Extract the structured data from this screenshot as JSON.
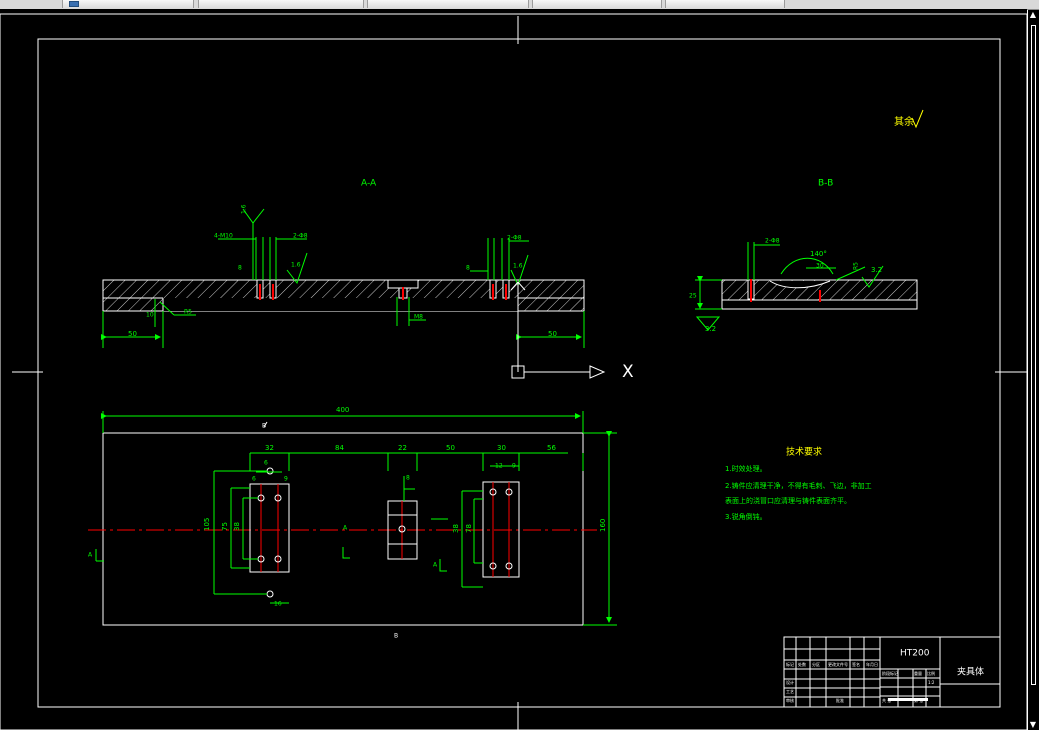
{
  "browser": {
    "tabs": [
      {
        "label": "",
        "icon": "document-icon"
      },
      {
        "label": ""
      },
      {
        "label": ""
      },
      {
        "label": ""
      },
      {
        "label": ""
      }
    ]
  },
  "drawing": {
    "sheet_color": "#000000",
    "line_color": "#ffffff",
    "dimension_color": "#00ff00",
    "center_color": "#ff0000",
    "section_aa": "A-A",
    "section_bb": "B-B",
    "top_note": "其余",
    "top_roughness": "",
    "aa_roughness_left": "1.6",
    "aa_roughness_top": "1.6",
    "aa_roughness_right": "1.6",
    "aa_callout_left": "4-M10",
    "aa_callout_left_2": "2-Φ8",
    "aa_callout_right": "2-Φ8",
    "aa_dim_left": "50",
    "aa_dim_right": "50",
    "aa_depth": "10",
    "aa_r5": "R5",
    "aa_m8": "M8",
    "aa_small_8": "8",
    "bb_dim_left": "25",
    "bb_callout": "2-Φ8",
    "bb_angle": "140°",
    "bb_width": "30",
    "bb_r5": "R5",
    "bb_roughness": "3.2",
    "bb_roughness_bottom": "3.2",
    "axis_x": "X",
    "plan_top_dim": "400",
    "plan_b_top": "B",
    "plan_b_bottom": "B",
    "plan_dims_top": [
      "32",
      "84",
      "22",
      "50",
      "30",
      "56"
    ],
    "plan_right_dim": "160",
    "plan_left_dims": [
      "105",
      "75",
      "38",
      "38",
      "78"
    ],
    "plan_small_dims": [
      "6",
      "9",
      "6",
      "16",
      "8",
      "12",
      "9"
    ],
    "section_marks": [
      "A",
      "A",
      "A"
    ],
    "tech_title": "技术要求",
    "tech_lines": [
      "1.时效处理。",
      "2.铸件应清理干净，不得有毛刺、飞边，非加工",
      "表面上的浇冒口应清理与铸件表面齐平。",
      "3.锐角倒钝。"
    ]
  },
  "title_block": {
    "material": "HT200",
    "part_name": "夹具体",
    "row_labels": [
      "标记",
      "处数",
      "分区",
      "更改文件号",
      "签名",
      "年月日"
    ],
    "design": "设计",
    "check": "审核",
    "craft": "工艺",
    "approve": "批准",
    "stage": "阶段标记",
    "weight": "重量",
    "scale": "比例",
    "scale_value": "1:2",
    "sheet": "共 张",
    "sheet_no": "第 张"
  }
}
